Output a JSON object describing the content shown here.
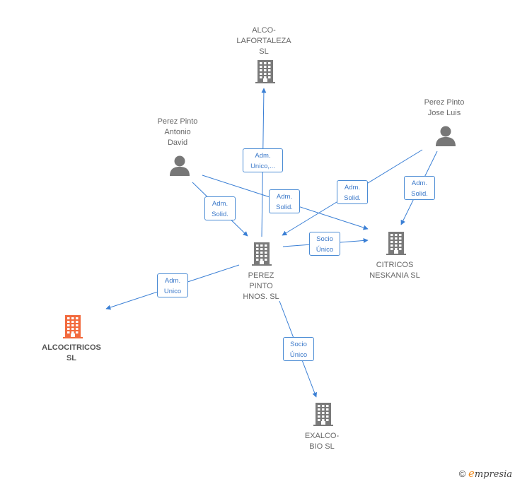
{
  "colors": {
    "edge": "#3a7fd5",
    "company": "#7a7a7a",
    "person": "#777777",
    "focus": "#f26a3d"
  },
  "nodes": [
    {
      "id": "alco-lafortaleza",
      "type": "company",
      "label": "ALCO-\nLAFORTALEZA\nSL"
    },
    {
      "id": "perez-antonio",
      "type": "person",
      "label": "Perez Pinto\nAntonio\nDavid"
    },
    {
      "id": "perez-jose",
      "type": "person",
      "label": "Perez Pinto\nJose Luis"
    },
    {
      "id": "perez-hnos",
      "type": "company",
      "label": "PEREZ\nPINTO\nHNOS.  SL"
    },
    {
      "id": "citricos-neskania",
      "type": "company",
      "label": "CITRICOS\nNESKANIA  SL"
    },
    {
      "id": "alcocitricos",
      "type": "company-focus",
      "label": "ALCOCITRICOS\nSL"
    },
    {
      "id": "exalco-bio",
      "type": "company",
      "label": "EXALCO-\nBIO SL"
    }
  ],
  "edges": [
    {
      "from": "perez-hnos",
      "to": "alco-lafortaleza",
      "label": "Adm.\nUnico,..."
    },
    {
      "from": "perez-antonio",
      "to": "perez-hnos",
      "label": "Adm.\nSolid."
    },
    {
      "from": "perez-antonio",
      "to": "citricos-neskania",
      "label": "Adm.\nSolid."
    },
    {
      "from": "perez-jose",
      "to": "perez-hnos",
      "label": "Adm.\nSolid."
    },
    {
      "from": "perez-jose",
      "to": "citricos-neskania",
      "label": "Adm.\nSolid."
    },
    {
      "from": "perez-hnos",
      "to": "citricos-neskania",
      "label": "Socio\nÚnico"
    },
    {
      "from": "perez-hnos",
      "to": "alcocitricos",
      "label": "Adm.\nUnico"
    },
    {
      "from": "perez-hnos",
      "to": "exalco-bio",
      "label": "Socio\nÚnico"
    }
  ],
  "footer": {
    "copyright": "©",
    "brand_initial": "e",
    "brand_rest": "mpresia"
  }
}
